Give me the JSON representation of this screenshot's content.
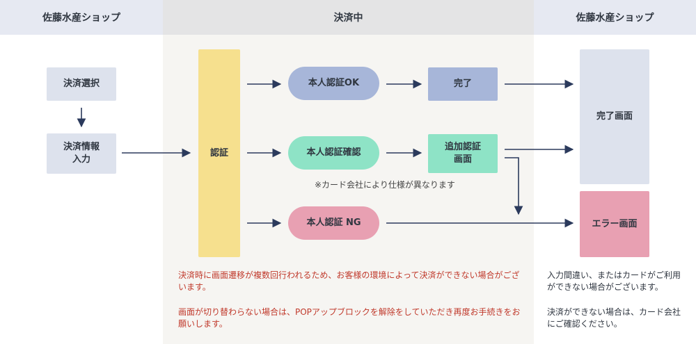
{
  "headers": {
    "left": "佐藤水産ショップ",
    "middle": "決済中",
    "right": "佐藤水産ショップ"
  },
  "nodes": {
    "payment_select": "決済選択",
    "payment_info_input": "決済情報\n入力",
    "auth": "認証",
    "auth_ok": "本人認証OK",
    "auth_confirm": "本人認証確認",
    "auth_ng": "本人認証 NG",
    "complete": "完了",
    "additional_auth": "追加認証\n画面",
    "complete_screen": "完了画面",
    "error_screen": "エラー画面"
  },
  "notes": {
    "card_company_note": "※カード会社により仕様が異なります",
    "warning_1": "決済時に画面遷移が複数回行われるため、お客様の環境によって決済ができない場合がございます。",
    "warning_2": "画面が切り替わらない場合は、POPアップブロックを解除をしていただき再度お手続きをお願いします。",
    "right_note_1": "入力間違い、またはカードがご利用ができない場合がございます。",
    "right_note_2": "決済ができない場合は、カード会社にご確認ください。"
  },
  "colors": {
    "arrow": "#2b3a5c",
    "header_side": "#e6e9f2",
    "header_middle": "#e4e4e5",
    "middle_background": "#f6f5f2",
    "gray_box": "#dde2ed",
    "auth_box": "#f6e08e",
    "ok_box": "#a7b6d9",
    "confirm_box": "#8ee3c6",
    "ng_box": "#e8a0b2",
    "warning_text": "#c0392b"
  }
}
